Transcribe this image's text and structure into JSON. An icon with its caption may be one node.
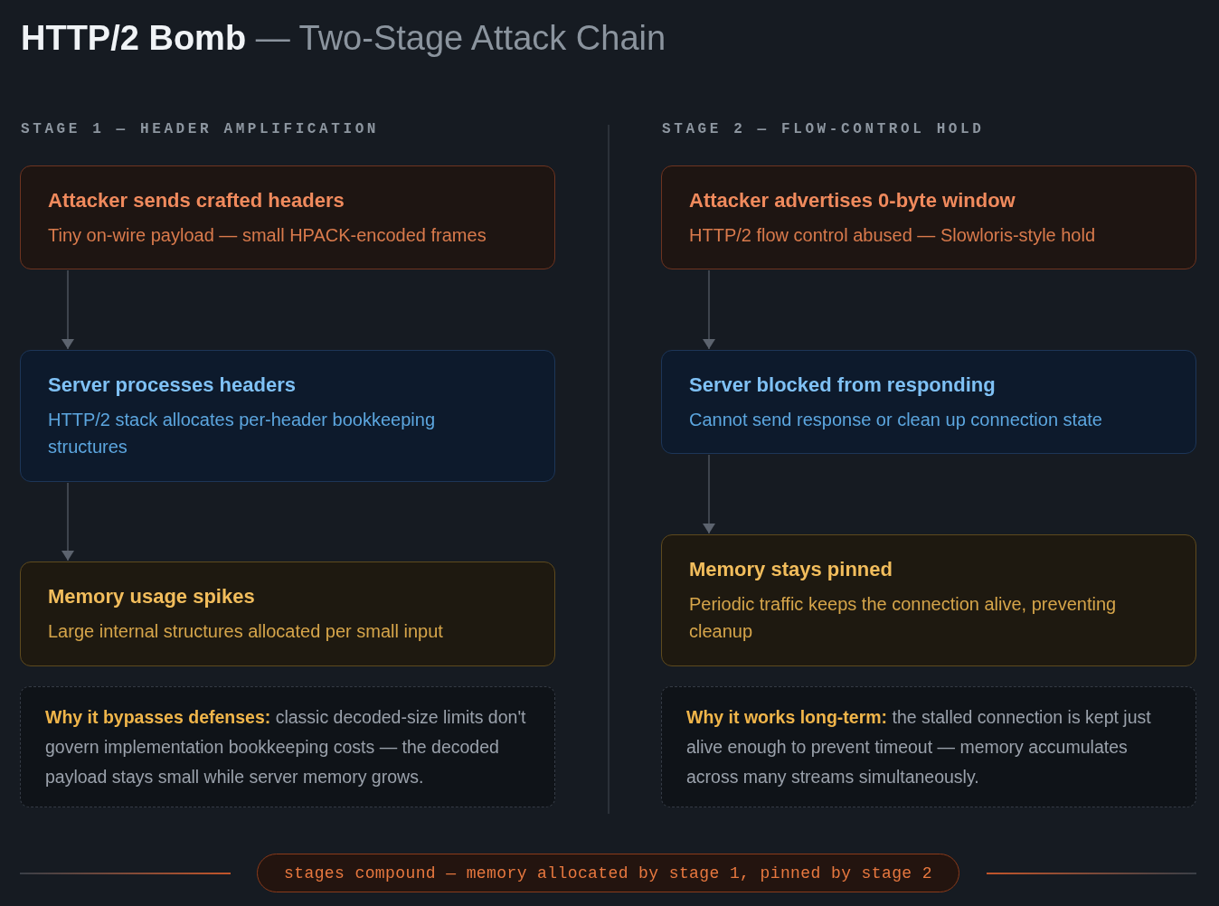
{
  "diagram": {
    "title": "**HTTP/2 Bomb** — Two-Stage Attack Chain",
    "nodes": [
      {
        "text": [
          "Attacker sends crafted headers",
          "Tiny on-wire payload — small HPACK-encoded frames"
        ]
      },
      {
        "text": [
          "Server processes headers",
          "HTTP/2 stack allocates per-header bookkeeping structures"
        ]
      },
      {
        "text": [
          "Memory usage spikes",
          "Large internal structures allocated per small input"
        ]
      },
      {
        "text": [
          "**Why it bypasses defenses:** classic decoded-size limits don't govern implementation bookkeeping costs — the decoded payload stays small while server memory grows."
        ]
      },
      {
        "text": [
          "Attacker advertises 0-byte window",
          "HTTP/2 flow control abused — Slowloris-style hold"
        ]
      },
      {
        "text": [
          "Server blocked from responding",
          "Cannot send response or clean up connection state"
        ]
      },
      {
        "text": [
          "Memory stays pinned",
          "Periodic traffic keeps the connection alive, preventing cleanup"
        ]
      },
      {
        "text": [
          "**Why it works long-term:** the stalled connection is kept just alive enough to prevent timeout — memory accumulates across many streams simultaneously."
        ]
      },
      {
        "text": [
          "stages compound — memory allocated by stage 1, pinned by stage 2"
        ]
      }
    ],
    "edges": [
      {
        "from": 0,
        "to": 1,
        "arrow": "to"
      },
      {
        "from": 1,
        "to": 2,
        "arrow": "to"
      },
      {
        "from": 4,
        "to": 5,
        "arrow": "to"
      },
      {
        "from": 5,
        "to": 6,
        "arrow": "to"
      }
    ],
    "labels": [
      "STAGE 1 — HEADER AMPLIFICATION",
      "STAGE 2 — FLOW-CONTROL HOLD"
    ]
  }
}
